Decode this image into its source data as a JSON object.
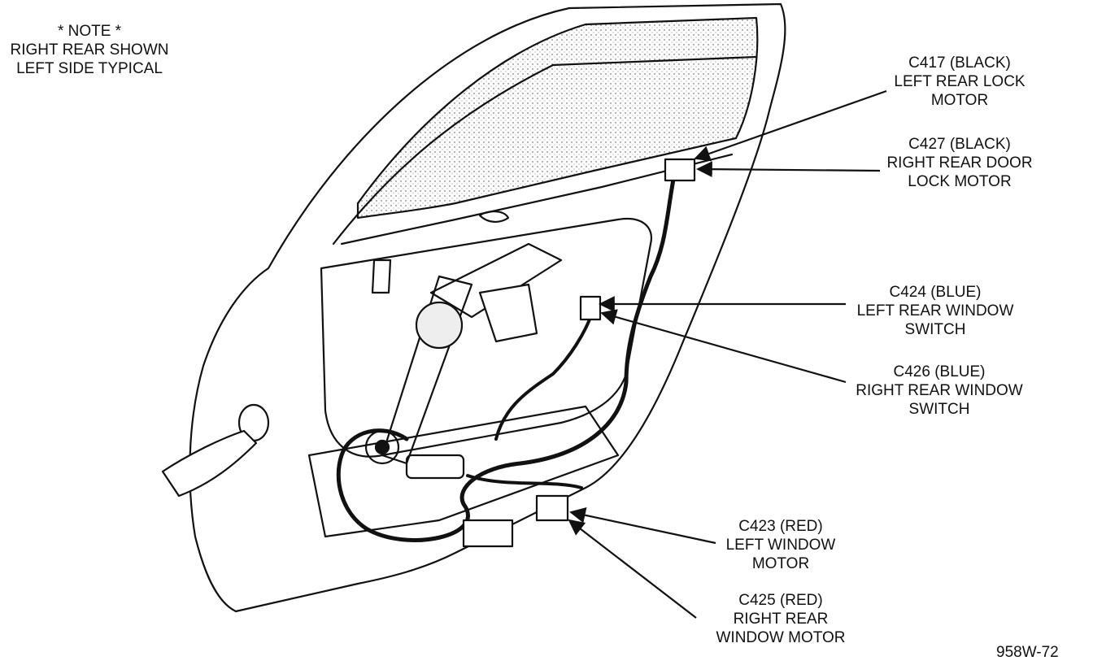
{
  "note": {
    "lines": [
      "* NOTE *",
      "RIGHT REAR SHOWN",
      "LEFT SIDE TYPICAL"
    ]
  },
  "callouts": [
    {
      "id": "c417",
      "lines": [
        "C417 (BLACK)",
        "LEFT REAR LOCK",
        "MOTOR"
      ]
    },
    {
      "id": "c427",
      "lines": [
        "C427 (BLACK)",
        "RIGHT REAR DOOR",
        "LOCK MOTOR"
      ]
    },
    {
      "id": "c424",
      "lines": [
        "C424 (BLUE)",
        "LEFT REAR WINDOW",
        "SWITCH"
      ]
    },
    {
      "id": "c426",
      "lines": [
        "C426 (BLUE)",
        "RIGHT REAR WINDOW",
        "SWITCH"
      ]
    },
    {
      "id": "c423",
      "lines": [
        "C423 (RED)",
        "LEFT WINDOW",
        "MOTOR"
      ]
    },
    {
      "id": "c425",
      "lines": [
        "C425 (RED)",
        "RIGHT REAR",
        "WINDOW MOTOR"
      ]
    }
  ],
  "figure_number": "958W-72"
}
